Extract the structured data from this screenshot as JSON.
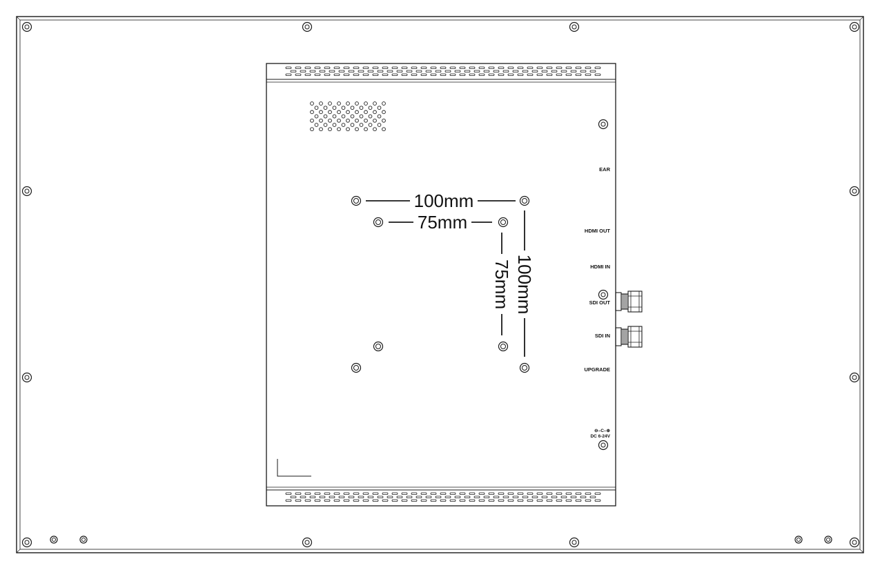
{
  "dimensions": {
    "outer_horizontal": "100mm",
    "inner_horizontal": "75mm",
    "outer_vertical": "100mm",
    "inner_vertical": "75mm"
  },
  "ports": {
    "ear": "EAR",
    "hdmi_out": "HDMI OUT",
    "hdmi_in": "HDMI IN",
    "sdi_out": "SDI OUT",
    "sdi_in": "SDI IN",
    "upgrade": "UPGRADE",
    "dc_polarity": "⊖–C–⊕",
    "dc_input": "DC 6-24V"
  },
  "icons": {
    "screw": "screw-hole-icon",
    "bnc": "bnc-connector-icon",
    "vent": "vent-hole-icon"
  },
  "colors": {
    "line": "#1a1a1a",
    "background": "#ffffff"
  }
}
